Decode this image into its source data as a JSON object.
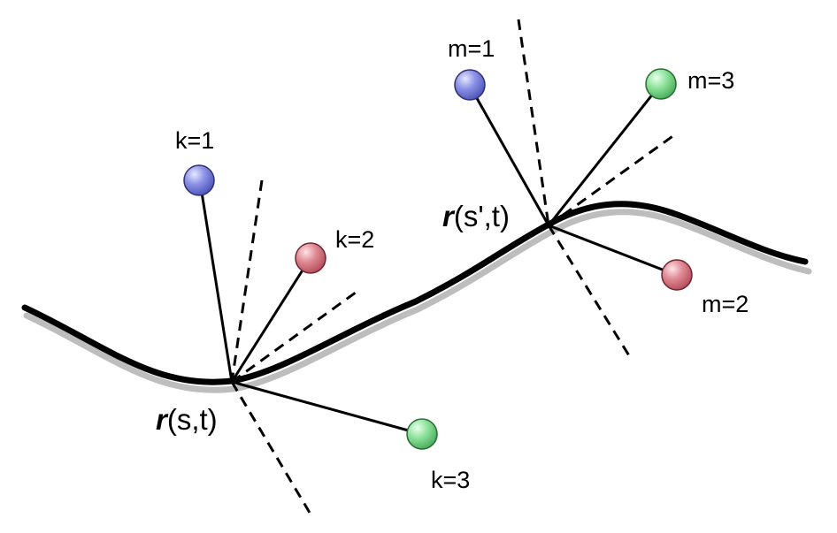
{
  "point_left": {
    "symbol": "r",
    "args": "(s,t)"
  },
  "point_right": {
    "symbol": "r",
    "args": "(s',t)"
  },
  "nodes": [
    {
      "label": "k=1",
      "color": "#6f78d8"
    },
    {
      "label": "k=2",
      "color": "#d66a78"
    },
    {
      "label": "k=3",
      "color": "#6fd07f"
    },
    {
      "label": "m=1",
      "color": "#6f78d8"
    },
    {
      "label": "m=2",
      "color": "#d66a78"
    },
    {
      "label": "m=3",
      "color": "#6fd07f"
    }
  ]
}
